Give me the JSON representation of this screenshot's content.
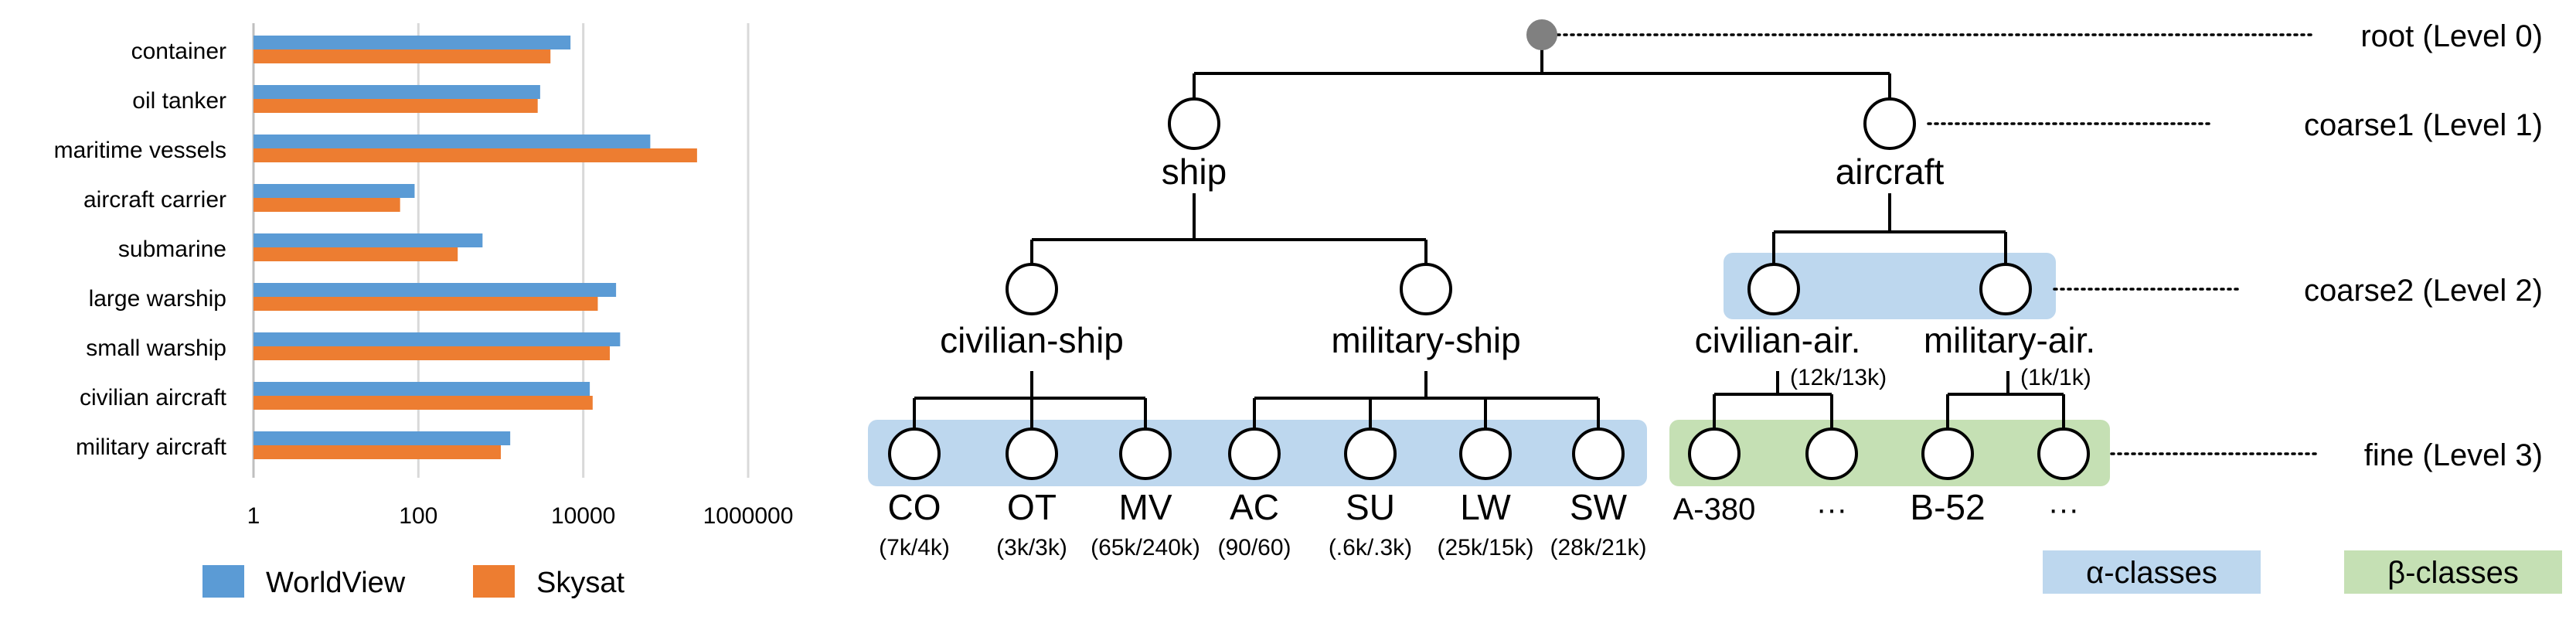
{
  "chart_data": {
    "type": "bar",
    "orientation": "horizontal",
    "xscale": "log",
    "xlim": [
      1,
      1000000
    ],
    "grid": true,
    "legend_position": "bottom",
    "x_ticks": [
      "1",
      "100",
      "10000",
      "1000000"
    ],
    "categories": [
      "container",
      "oil tanker",
      "maritime vessels",
      "aircraft carrier",
      "submarine",
      "large warship",
      "small warship",
      "civilian aircraft",
      "military aircraft"
    ],
    "series": [
      {
        "name": "WorldView",
        "color": "#5b9bd5",
        "values": [
          7000,
          3000,
          65000,
          90,
          600,
          25000,
          28000,
          12000,
          1300
        ]
      },
      {
        "name": "Skysat",
        "color": "#ed7d31",
        "values": [
          4000,
          2800,
          240000,
          60,
          300,
          15000,
          21000,
          13000,
          1000
        ]
      }
    ]
  },
  "tree": {
    "levels": {
      "root": "root (Level 0)",
      "coarse1": "coarse1 (Level 1)",
      "coarse2": "coarse2 (Level 2)",
      "fine": "fine (Level 3)"
    },
    "coarse1": {
      "ship": "ship",
      "aircraft": "aircraft"
    },
    "coarse2": {
      "civilian_ship": "civilian-ship",
      "military_ship": "military-ship",
      "civilian_air": "civilian-air.",
      "military_air": "military-air.",
      "civilian_air_count": "(12k/13k)",
      "military_air_count": "(1k/1k)"
    },
    "fine": [
      {
        "label": "CO",
        "count": "(7k/4k)"
      },
      {
        "label": "OT",
        "count": "(3k/3k)"
      },
      {
        "label": "MV",
        "count": "(65k/240k)"
      },
      {
        "label": "AC",
        "count": "(90/60)"
      },
      {
        "label": "SU",
        "count": "(.6k/.3k)"
      },
      {
        "label": "LW",
        "count": "(25k/15k)"
      },
      {
        "label": "SW",
        "count": "(28k/21k)"
      },
      {
        "label": "A-380",
        "count": ""
      },
      {
        "label": "···",
        "count": ""
      },
      {
        "label": "B-52",
        "count": ""
      },
      {
        "label": "···",
        "count": ""
      }
    ],
    "legend": {
      "alpha": "α-classes",
      "alpha_color": "#bdd7ee",
      "beta": "β-classes",
      "beta_color": "#c5e0b4"
    }
  }
}
